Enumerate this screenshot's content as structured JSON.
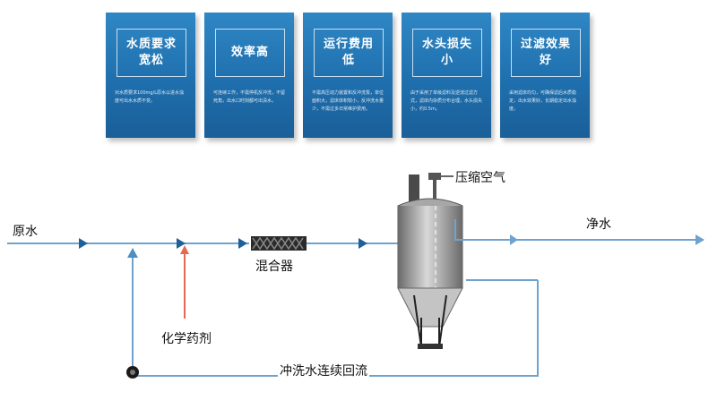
{
  "cards": [
    {
      "title": "水质要求宽松",
      "desc": "对水质要求100mg/L原水以进水浊度可出水水质不变。"
    },
    {
      "title": "效率高",
      "desc": "可连续工作，不需停机反冲洗，不留死角，出水口时刻都可出清水。"
    },
    {
      "title": "运行费用　低",
      "desc": "不需高压动力装置和反冲洗泵，单位面积大，滤床体积较小，反冲洗水量少，不需过多日常维护费用。"
    },
    {
      "title": "水头损失　小",
      "desc": "由于采用了单级滤料及逆流过滤方式，滤床内杂质分布合理，水头损失小，约0.5m。"
    },
    {
      "title": "过滤效果　好",
      "desc": "采用滤床均匀，可确保滤后水质稳定，出水效果好，长期稳定出水浊度。"
    }
  ],
  "labels": {
    "raw_water": "原水",
    "mixer": "混合器",
    "chemical": "化学药剂",
    "compressed_air": "压缩空气",
    "clean_water": "净水",
    "backwash": "冲洗水连续回流"
  }
}
